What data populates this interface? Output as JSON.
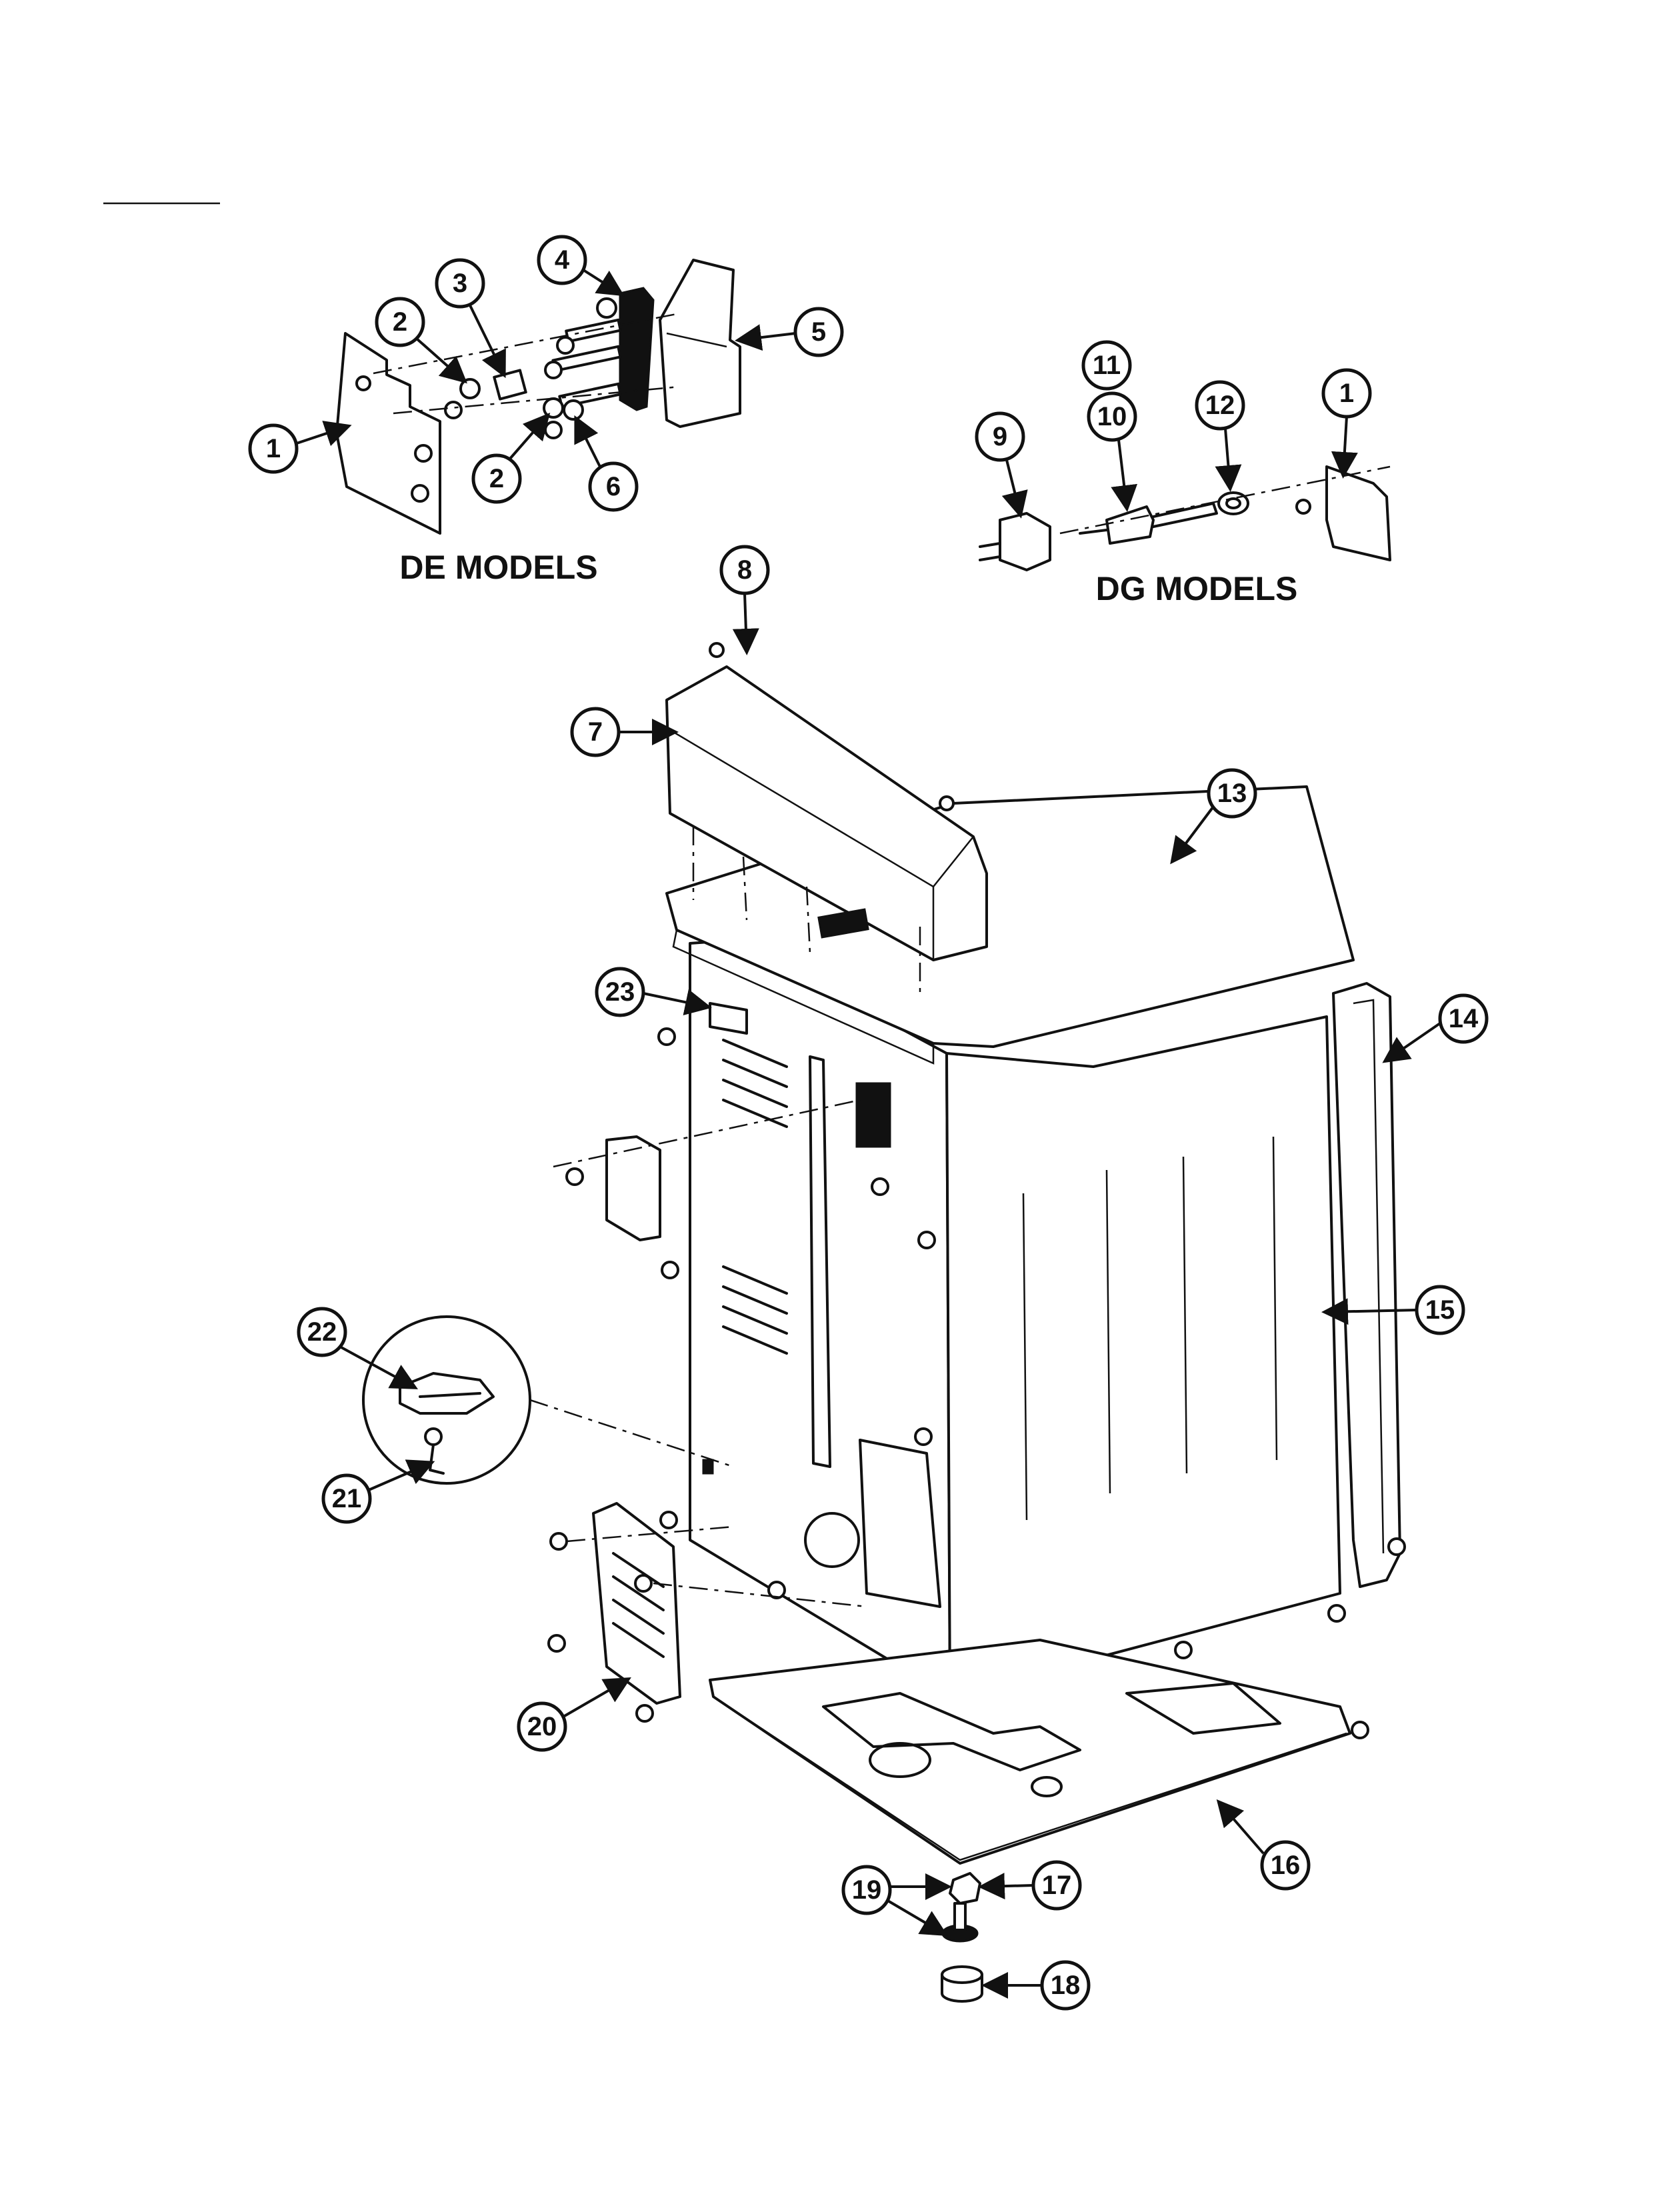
{
  "labels": {
    "de_models": "DE MODELS",
    "dg_models": "DG MODELS"
  },
  "callouts": {
    "c1a": "1",
    "c2a": "2",
    "c3": "3",
    "c4": "4",
    "c5": "5",
    "c2b": "2",
    "c6": "6",
    "c9": "9",
    "c11": "11",
    "c10": "10",
    "c12": "12",
    "c1b": "1",
    "c8": "8",
    "c7": "7",
    "c13": "13",
    "c23": "23",
    "c14": "14",
    "c15": "15",
    "c22": "22",
    "c21": "21",
    "c20": "20",
    "c16": "16",
    "c19": "19",
    "c17": "17",
    "c18": "18"
  },
  "colors": {
    "ink": "#111111",
    "paper": "#ffffff"
  }
}
